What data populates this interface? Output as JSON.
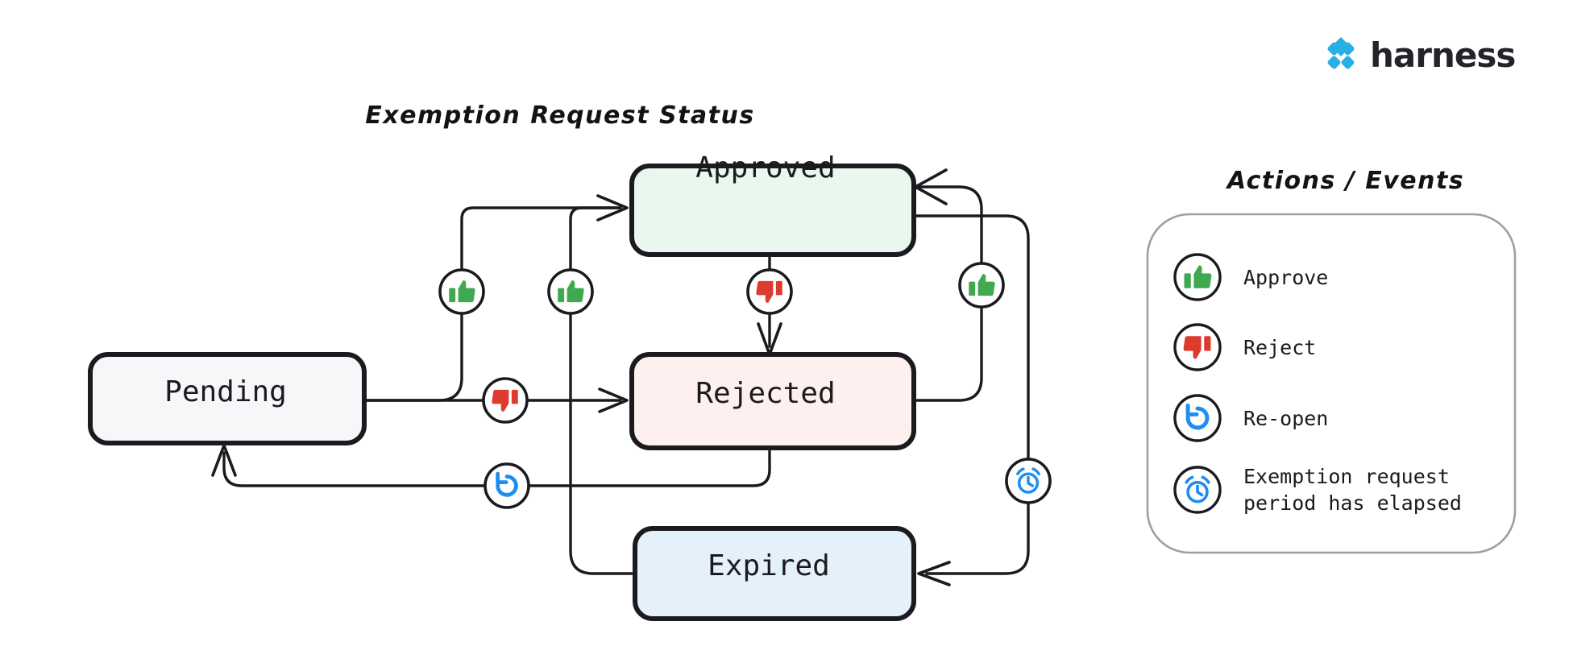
{
  "brand": {
    "name": "harness",
    "logo_icon": "harness-diamond-logo-icon",
    "logo_color": "#28b0e6"
  },
  "diagram": {
    "title": "Exemption Request Status",
    "type": "state-machine",
    "nodes": [
      {
        "id": "pending",
        "label": "Pending",
        "fill": "#f6f7f9",
        "stroke": "#1b1b1f"
      },
      {
        "id": "approved",
        "label": "Approved",
        "fill": "#e9f7ee",
        "stroke": "#1b1b1f"
      },
      {
        "id": "rejected",
        "label": "Rejected",
        "fill": "#fdf0ee",
        "stroke": "#1b1b1f"
      },
      {
        "id": "expired",
        "label": "Expired",
        "fill": "#e4f1fb",
        "stroke": "#1b1b1f"
      }
    ],
    "edges": [
      {
        "from": "pending",
        "to": "approved",
        "action": "approve",
        "icon": "thumbs-up-icon"
      },
      {
        "from": "pending",
        "to": "rejected",
        "action": "reject",
        "icon": "thumbs-down-icon"
      },
      {
        "from": "approved",
        "to": "rejected",
        "action": "reject",
        "icon": "thumbs-down-icon"
      },
      {
        "from": "rejected",
        "to": "approved",
        "action": "approve",
        "icon": "thumbs-up-icon"
      },
      {
        "from": "expired",
        "to": "approved",
        "action": "approve",
        "icon": "thumbs-up-icon"
      },
      {
        "from": "rejected",
        "to": "pending",
        "action": "re-open",
        "icon": "reopen-icon"
      },
      {
        "from": "approved",
        "to": "expired",
        "action": "elapsed",
        "icon": "alarm-clock-icon"
      }
    ]
  },
  "legend": {
    "title": "Actions / Events",
    "items": [
      {
        "icon": "thumbs-up-icon",
        "label": "Approve",
        "color": "#3fa94f"
      },
      {
        "icon": "thumbs-down-icon",
        "label": "Reject",
        "color": "#dc3b2e"
      },
      {
        "icon": "reopen-icon",
        "label": "Re-open",
        "color": "#1f8def"
      },
      {
        "icon": "alarm-clock-icon",
        "label": "Exemption request\nperiod has elapsed",
        "color": "#1f8def"
      }
    ]
  },
  "colors": {
    "ink": "#1b1b1f",
    "approve_green": "#3fa94f",
    "reject_red": "#dc3b2e",
    "action_blue": "#1f8def",
    "legend_border": "#9aa0a6",
    "background": "#ffffff"
  }
}
